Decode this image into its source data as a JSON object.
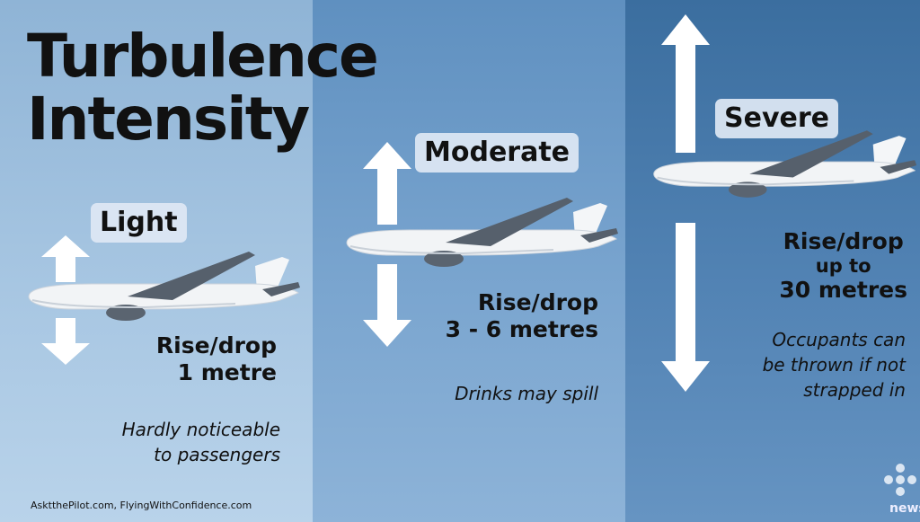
{
  "title": {
    "line1": "Turbulence",
    "line2": "Intensity"
  },
  "levels": [
    {
      "label": "Light",
      "rise_line1": "Rise/drop",
      "rise_line2": "1 metre",
      "desc_line1": "Hardly noticeable",
      "desc_line2": "to passengers"
    },
    {
      "label": "Moderate",
      "rise_line1": "Rise/drop",
      "rise_line2": "3 - 6 metres",
      "desc_line1": "Drinks may spill"
    },
    {
      "label": "Severe",
      "rise_line1": "Rise/drop",
      "rise_line2": "up to",
      "rise_line3": "30 metres",
      "desc_line1": "Occupants can",
      "desc_line2": "be thrown if not",
      "desc_line3": "strapped in"
    }
  ],
  "source": "AsktthePilot.com, FlyingWithConfidence.com",
  "logo": {
    "text": "news",
    "icon": "cbc-gem-icon"
  },
  "colors": {
    "panel1": "#a7c6e2",
    "panel2": "#7aa5cf",
    "panel3": "#5283b4",
    "arrow": "#ffffff",
    "text": "#111111"
  }
}
